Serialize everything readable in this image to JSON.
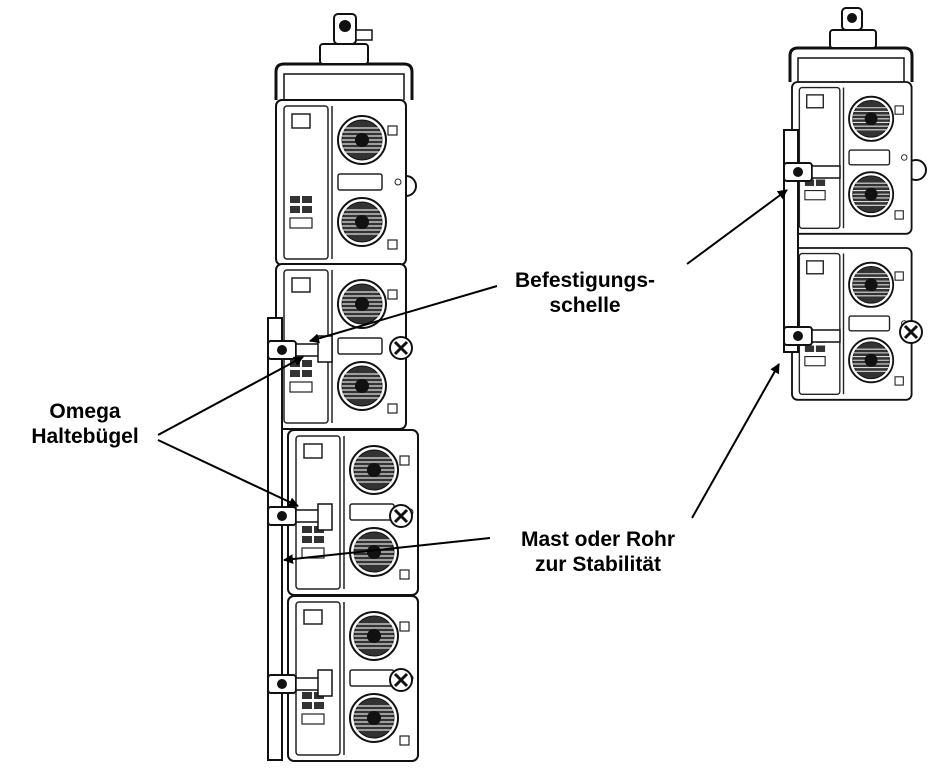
{
  "labels": {
    "clamp": {
      "line1": "Befestigungs-",
      "line2": "schelle"
    },
    "omega": {
      "line1": "Omega",
      "line2": "Haltebügel"
    },
    "mast": {
      "line1": "Mast oder Rohr",
      "line2": "zur Stabilität"
    }
  },
  "colors": {
    "line": "#000000",
    "fixture_stroke": "#1a1a1a",
    "fill": "#ffffff",
    "heatsink": "#2b2b2b"
  }
}
